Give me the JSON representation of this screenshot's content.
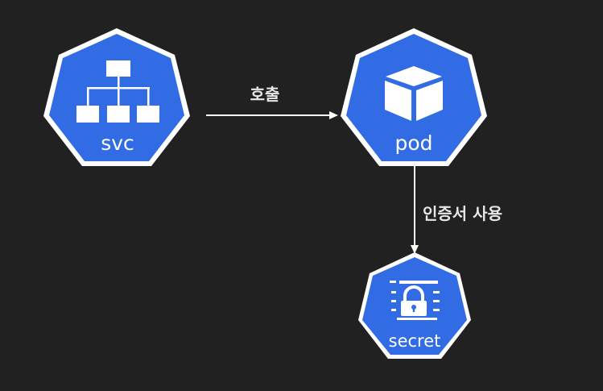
{
  "background_color": "#212121",
  "node_color": "#326ce5",
  "nodes": {
    "svc": {
      "label": "svc",
      "icon": "service-icon"
    },
    "pod": {
      "label": "pod",
      "icon": "pod-cube-icon"
    },
    "secret": {
      "label": "secret",
      "icon": "secret-lock-icon"
    }
  },
  "edges": {
    "svc_to_pod": {
      "label": "호출"
    },
    "pod_to_secret": {
      "label": "인증서 사용"
    }
  }
}
